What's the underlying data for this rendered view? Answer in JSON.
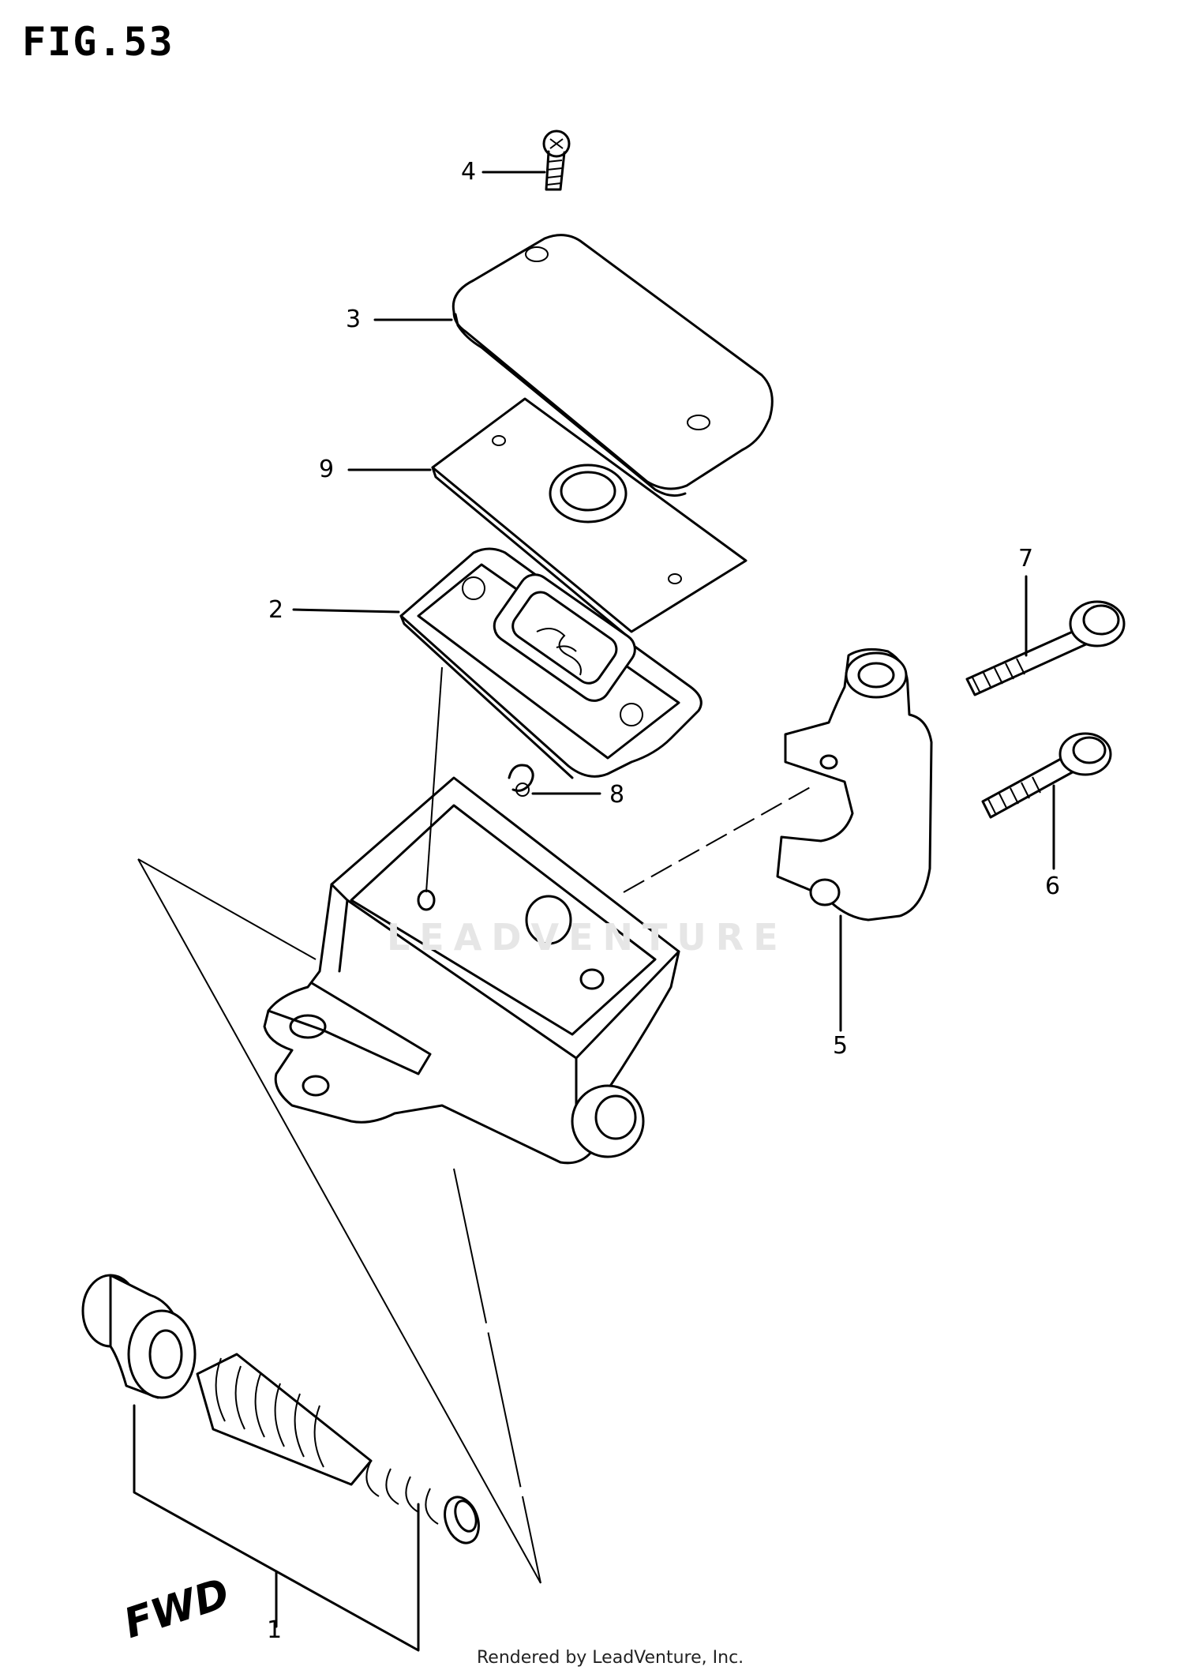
{
  "figure": {
    "title": "FIG.53",
    "watermark": "LEADVENTURE",
    "direction_label": "FWD",
    "footer": "Rendered by LeadVenture, Inc."
  },
  "callouts": [
    {
      "id": "1",
      "label": "1"
    },
    {
      "id": "2",
      "label": "2"
    },
    {
      "id": "3",
      "label": "3"
    },
    {
      "id": "4",
      "label": "4"
    },
    {
      "id": "5",
      "label": "5"
    },
    {
      "id": "6",
      "label": "6"
    },
    {
      "id": "7",
      "label": "7"
    },
    {
      "id": "8",
      "label": "8"
    },
    {
      "id": "9",
      "label": "9"
    }
  ]
}
